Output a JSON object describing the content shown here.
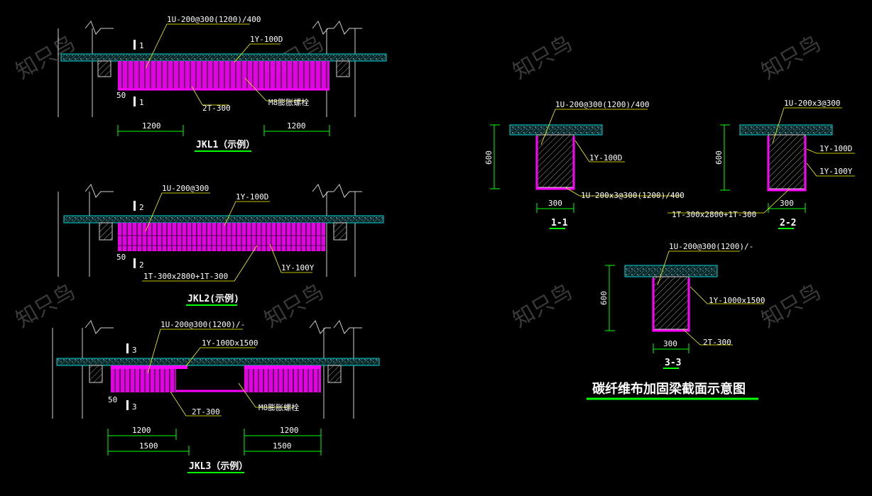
{
  "colors": {
    "background": "#000000",
    "concrete": "#00d2d2",
    "fiber": "#ff00ff",
    "dimension": "#00ff00",
    "leader": "#ffff00",
    "text": "#ffffff",
    "title_underline": "#00ff00"
  },
  "watermark": "知只鸟",
  "jkl1": {
    "title": "JKL1（示例）",
    "u_label": "1U-200@300(1200)/400",
    "y_label": "1Y-100D",
    "t_label": "2T-300",
    "bolt_label": "M8膨胀螺栓",
    "section_top": "1",
    "section_bottom": "1",
    "edge": "50",
    "dim_left": "1200",
    "dim_right": "1200"
  },
  "jkl2": {
    "title": "JKL2(示例)",
    "u_label": "1U-200@300",
    "y_label": "1Y-100D",
    "t_label": "1T-300x2800+1T-300",
    "y2_label": "1Y-100Y",
    "section_top": "2",
    "section_bottom": "2",
    "edge": "50"
  },
  "jkl3": {
    "title": "JKL3（示例）",
    "u_label": "1U-200@300(1200)/-",
    "y_label": "1Y-100Dx1500",
    "t_label": "2T-300",
    "bolt_label": "M8膨胀螺栓",
    "section_top": "3",
    "section_bottom": "3",
    "edge": "50",
    "dim_left_inner": "1200",
    "dim_right_inner": "1200",
    "dim_left_outer": "1500",
    "dim_right_outer": "1500"
  },
  "sec1": {
    "label": "1-1",
    "u_label": "1U-200@300(1200)/400",
    "y_label": "1Y-100D",
    "bottom_label": "1U-200x3@300(1200)/400",
    "height": "600",
    "width": "300"
  },
  "sec2": {
    "label": "2-2",
    "u_label": "1U-200x3@300",
    "y_label": "1Y-100D",
    "y2_label": "1Y-100Y",
    "t_label": "1T-300x2800+1T-300",
    "height": "600",
    "width": "300"
  },
  "sec3": {
    "label": "3-3",
    "u_label": "1U-200@300(1200)/-",
    "y_label": "1Y-1000x1500",
    "t_label": "2T-300",
    "height": "600",
    "width": "300"
  },
  "main_title": "碳纤维布加固梁截面示意图"
}
